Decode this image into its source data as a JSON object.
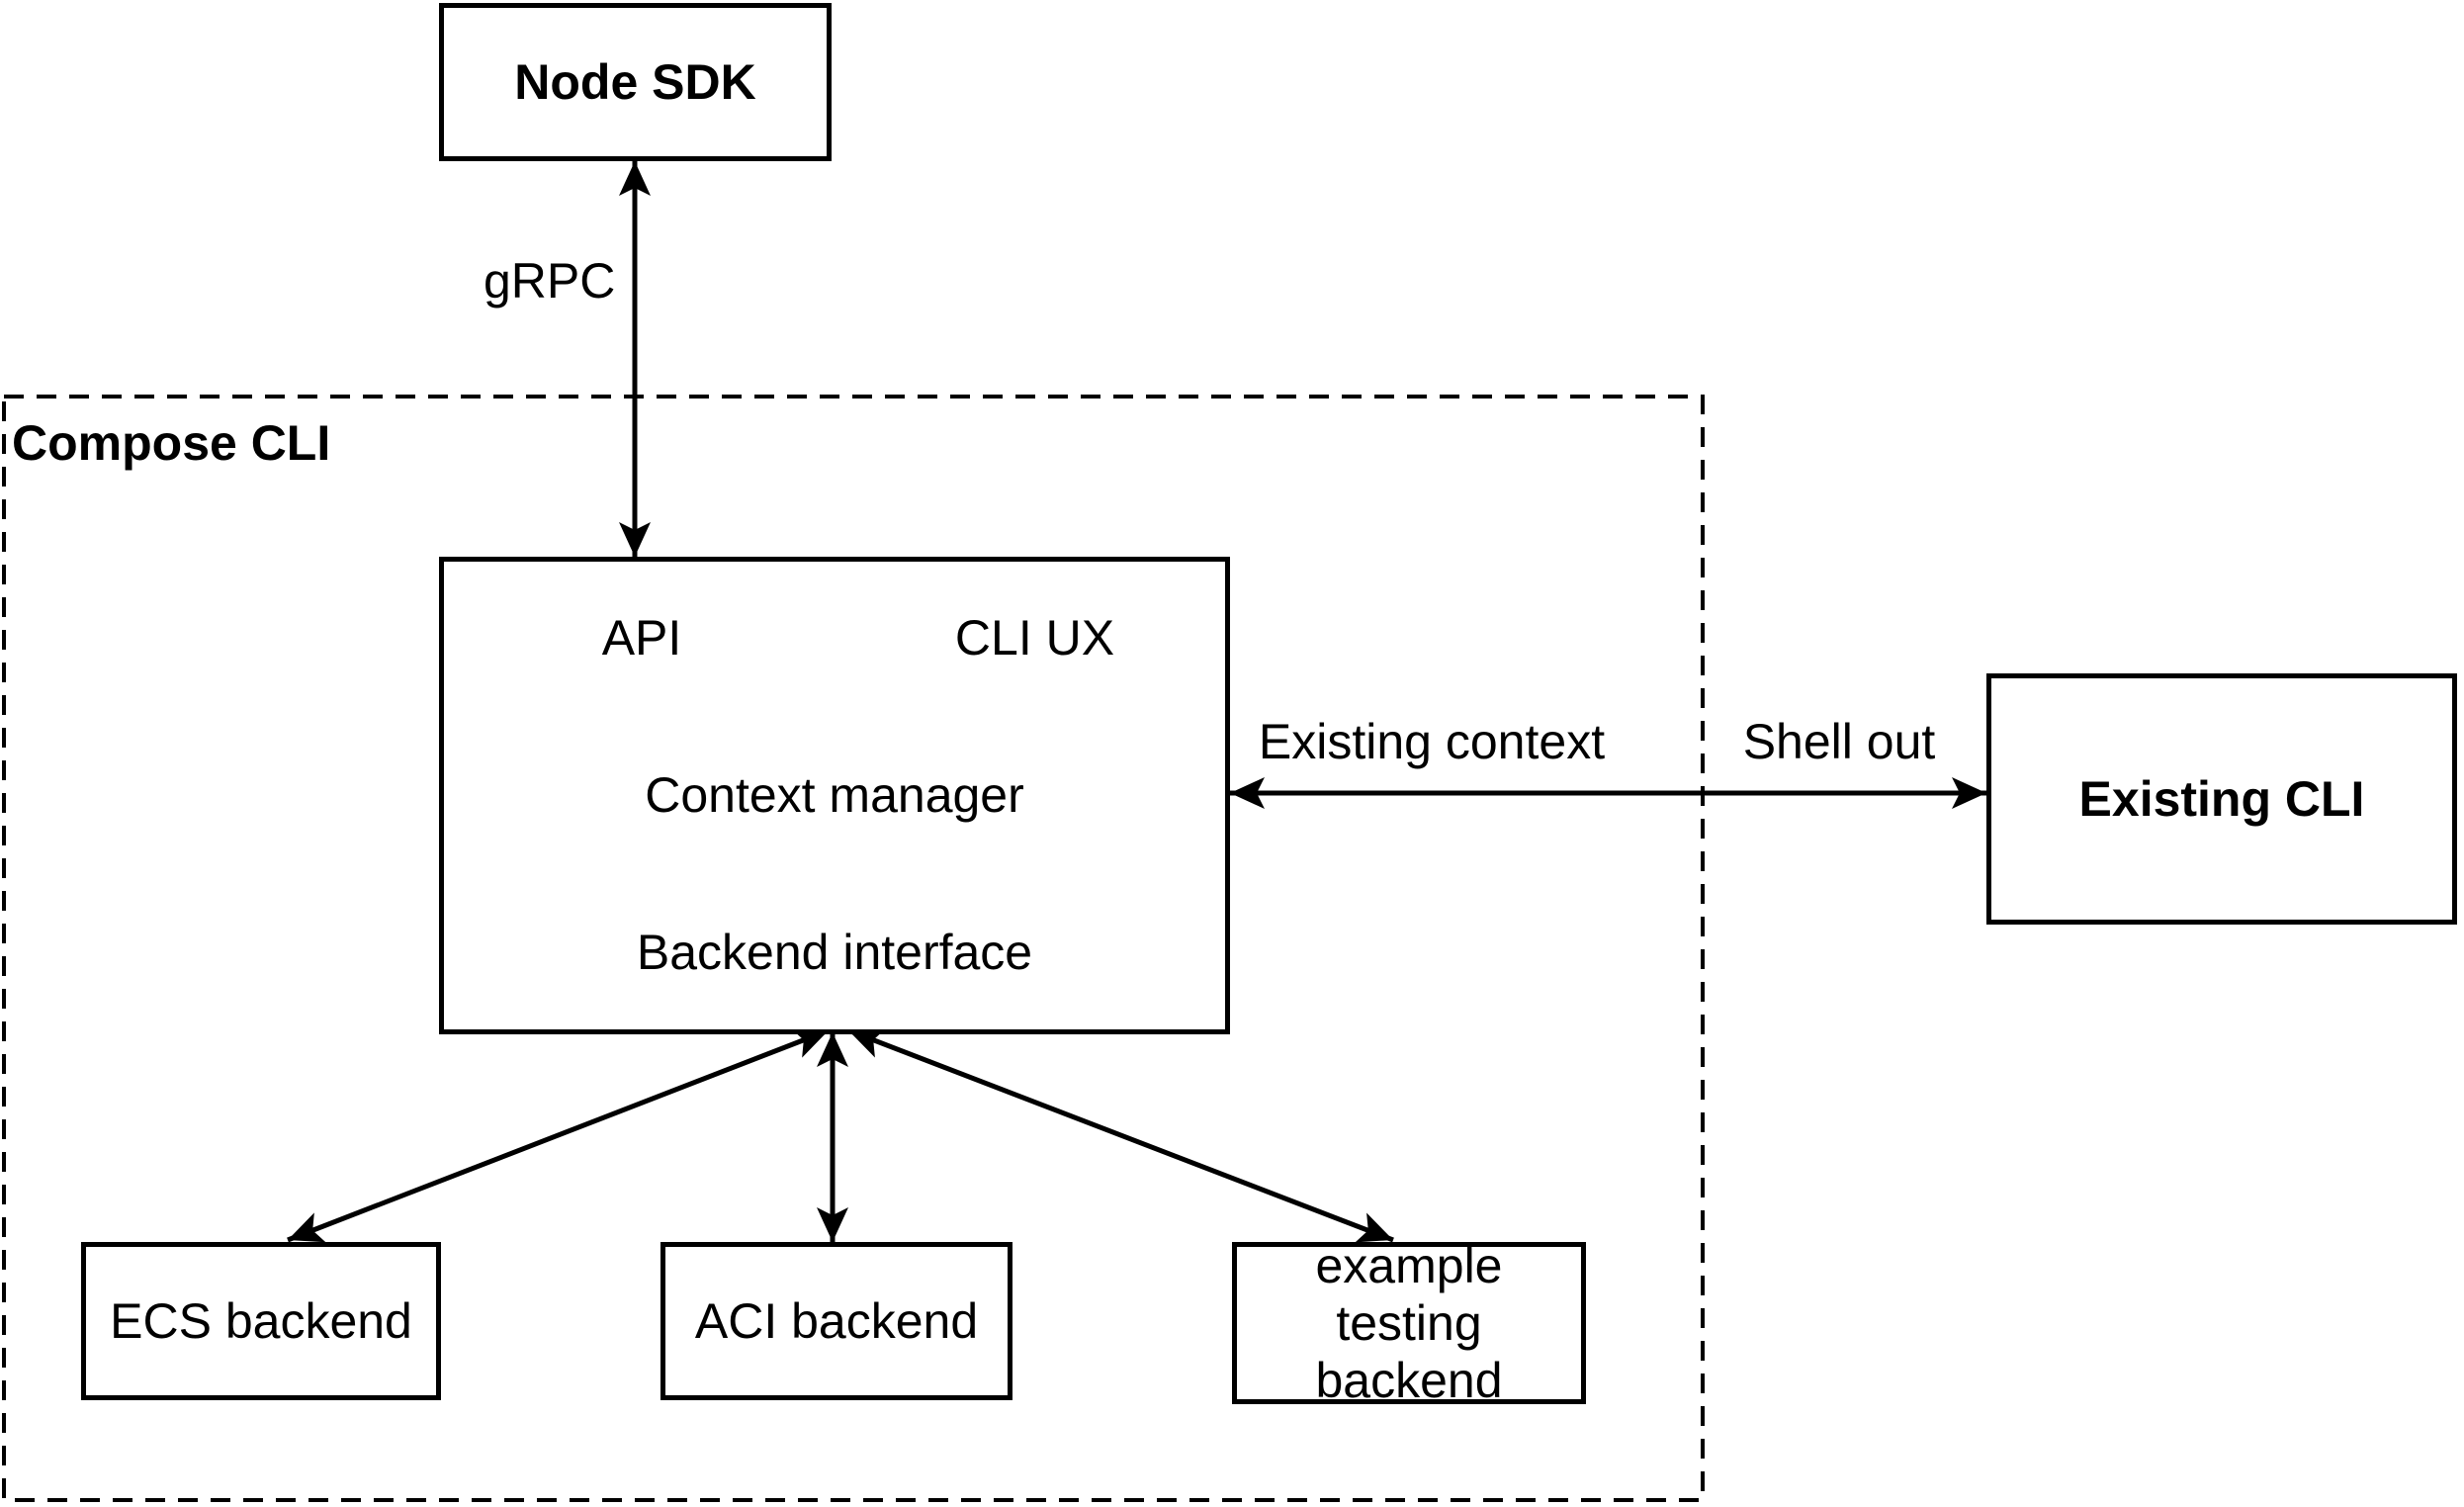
{
  "colors": {
    "stroke": "#000000",
    "background": "#ffffff",
    "text": "#000000"
  },
  "group": {
    "label": "Compose CLI"
  },
  "nodes": {
    "node_sdk": {
      "label": "Node SDK"
    },
    "api": {
      "label": "API"
    },
    "cli_ux": {
      "label": "CLI UX"
    },
    "context_manager": {
      "label": "Context manager"
    },
    "backend_interface": {
      "label": "Backend interface"
    },
    "existing_cli": {
      "label": "Existing CLI"
    },
    "ecs_backend": {
      "label": "ECS backend"
    },
    "aci_backend": {
      "label": "ACI backend"
    },
    "example_testing_backend": {
      "label": "example testing backend"
    }
  },
  "edges": {
    "grpc": {
      "label": "gRPC",
      "type": "double-arrow"
    },
    "existing_context": {
      "label": "Existing context",
      "type": "double-arrow"
    },
    "shell_out": {
      "label": "Shell out",
      "type": "double-arrow"
    },
    "backend_to_ecs": {
      "label": "",
      "type": "double-arrow"
    },
    "backend_to_aci": {
      "label": "",
      "type": "double-arrow"
    },
    "backend_to_example": {
      "label": "",
      "type": "double-arrow"
    }
  }
}
